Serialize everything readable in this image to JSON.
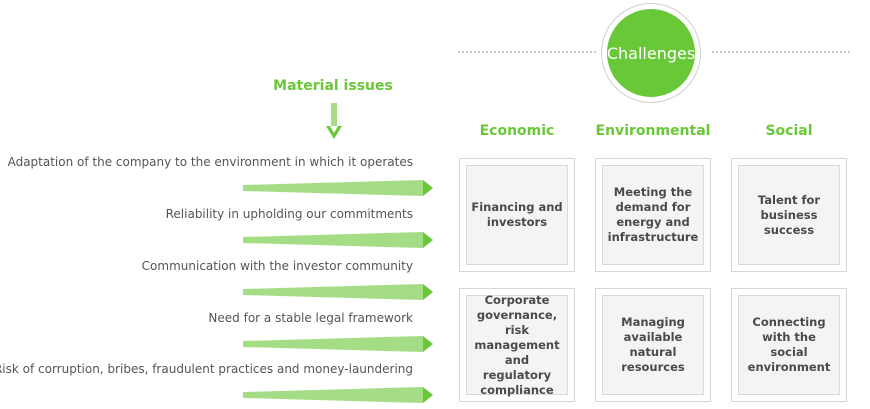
{
  "challenges": {
    "label": "Challenges"
  },
  "material_issues": {
    "title": "Material issues",
    "items": [
      "Adaptation of the company to the environment in which it operates",
      "Reliability in upholding our commitments",
      "Communication with the investor community",
      "Need for a stable legal framework",
      "Risk of corruption, bribes, fraudulent practices and money-laundering"
    ]
  },
  "columns": [
    {
      "heading": "Economic",
      "cards": [
        "Financing and\ninvestors",
        "Corporate\ngovernance, risk\nmanagement\nand regulatory\ncompliance"
      ]
    },
    {
      "heading": "Environmental",
      "cards": [
        "Meeting the\ndemand for\nenergy and\ninfrastructure",
        "Managing\navailable natural\nresources"
      ]
    },
    {
      "heading": "Social",
      "cards": [
        "Talent for\nbusiness success",
        "Connecting\nwith the social\nenvironment"
      ]
    }
  ],
  "colors": {
    "accent_green": "#69c837",
    "arrow_green": "#a5dd86",
    "card_border": "#d6d6d6",
    "card_fill": "#f4f4f4"
  },
  "icons": {
    "down_arrow": "chevron-down-arrow-icon",
    "issue_arrow": "tapered-right-arrow-icon"
  }
}
